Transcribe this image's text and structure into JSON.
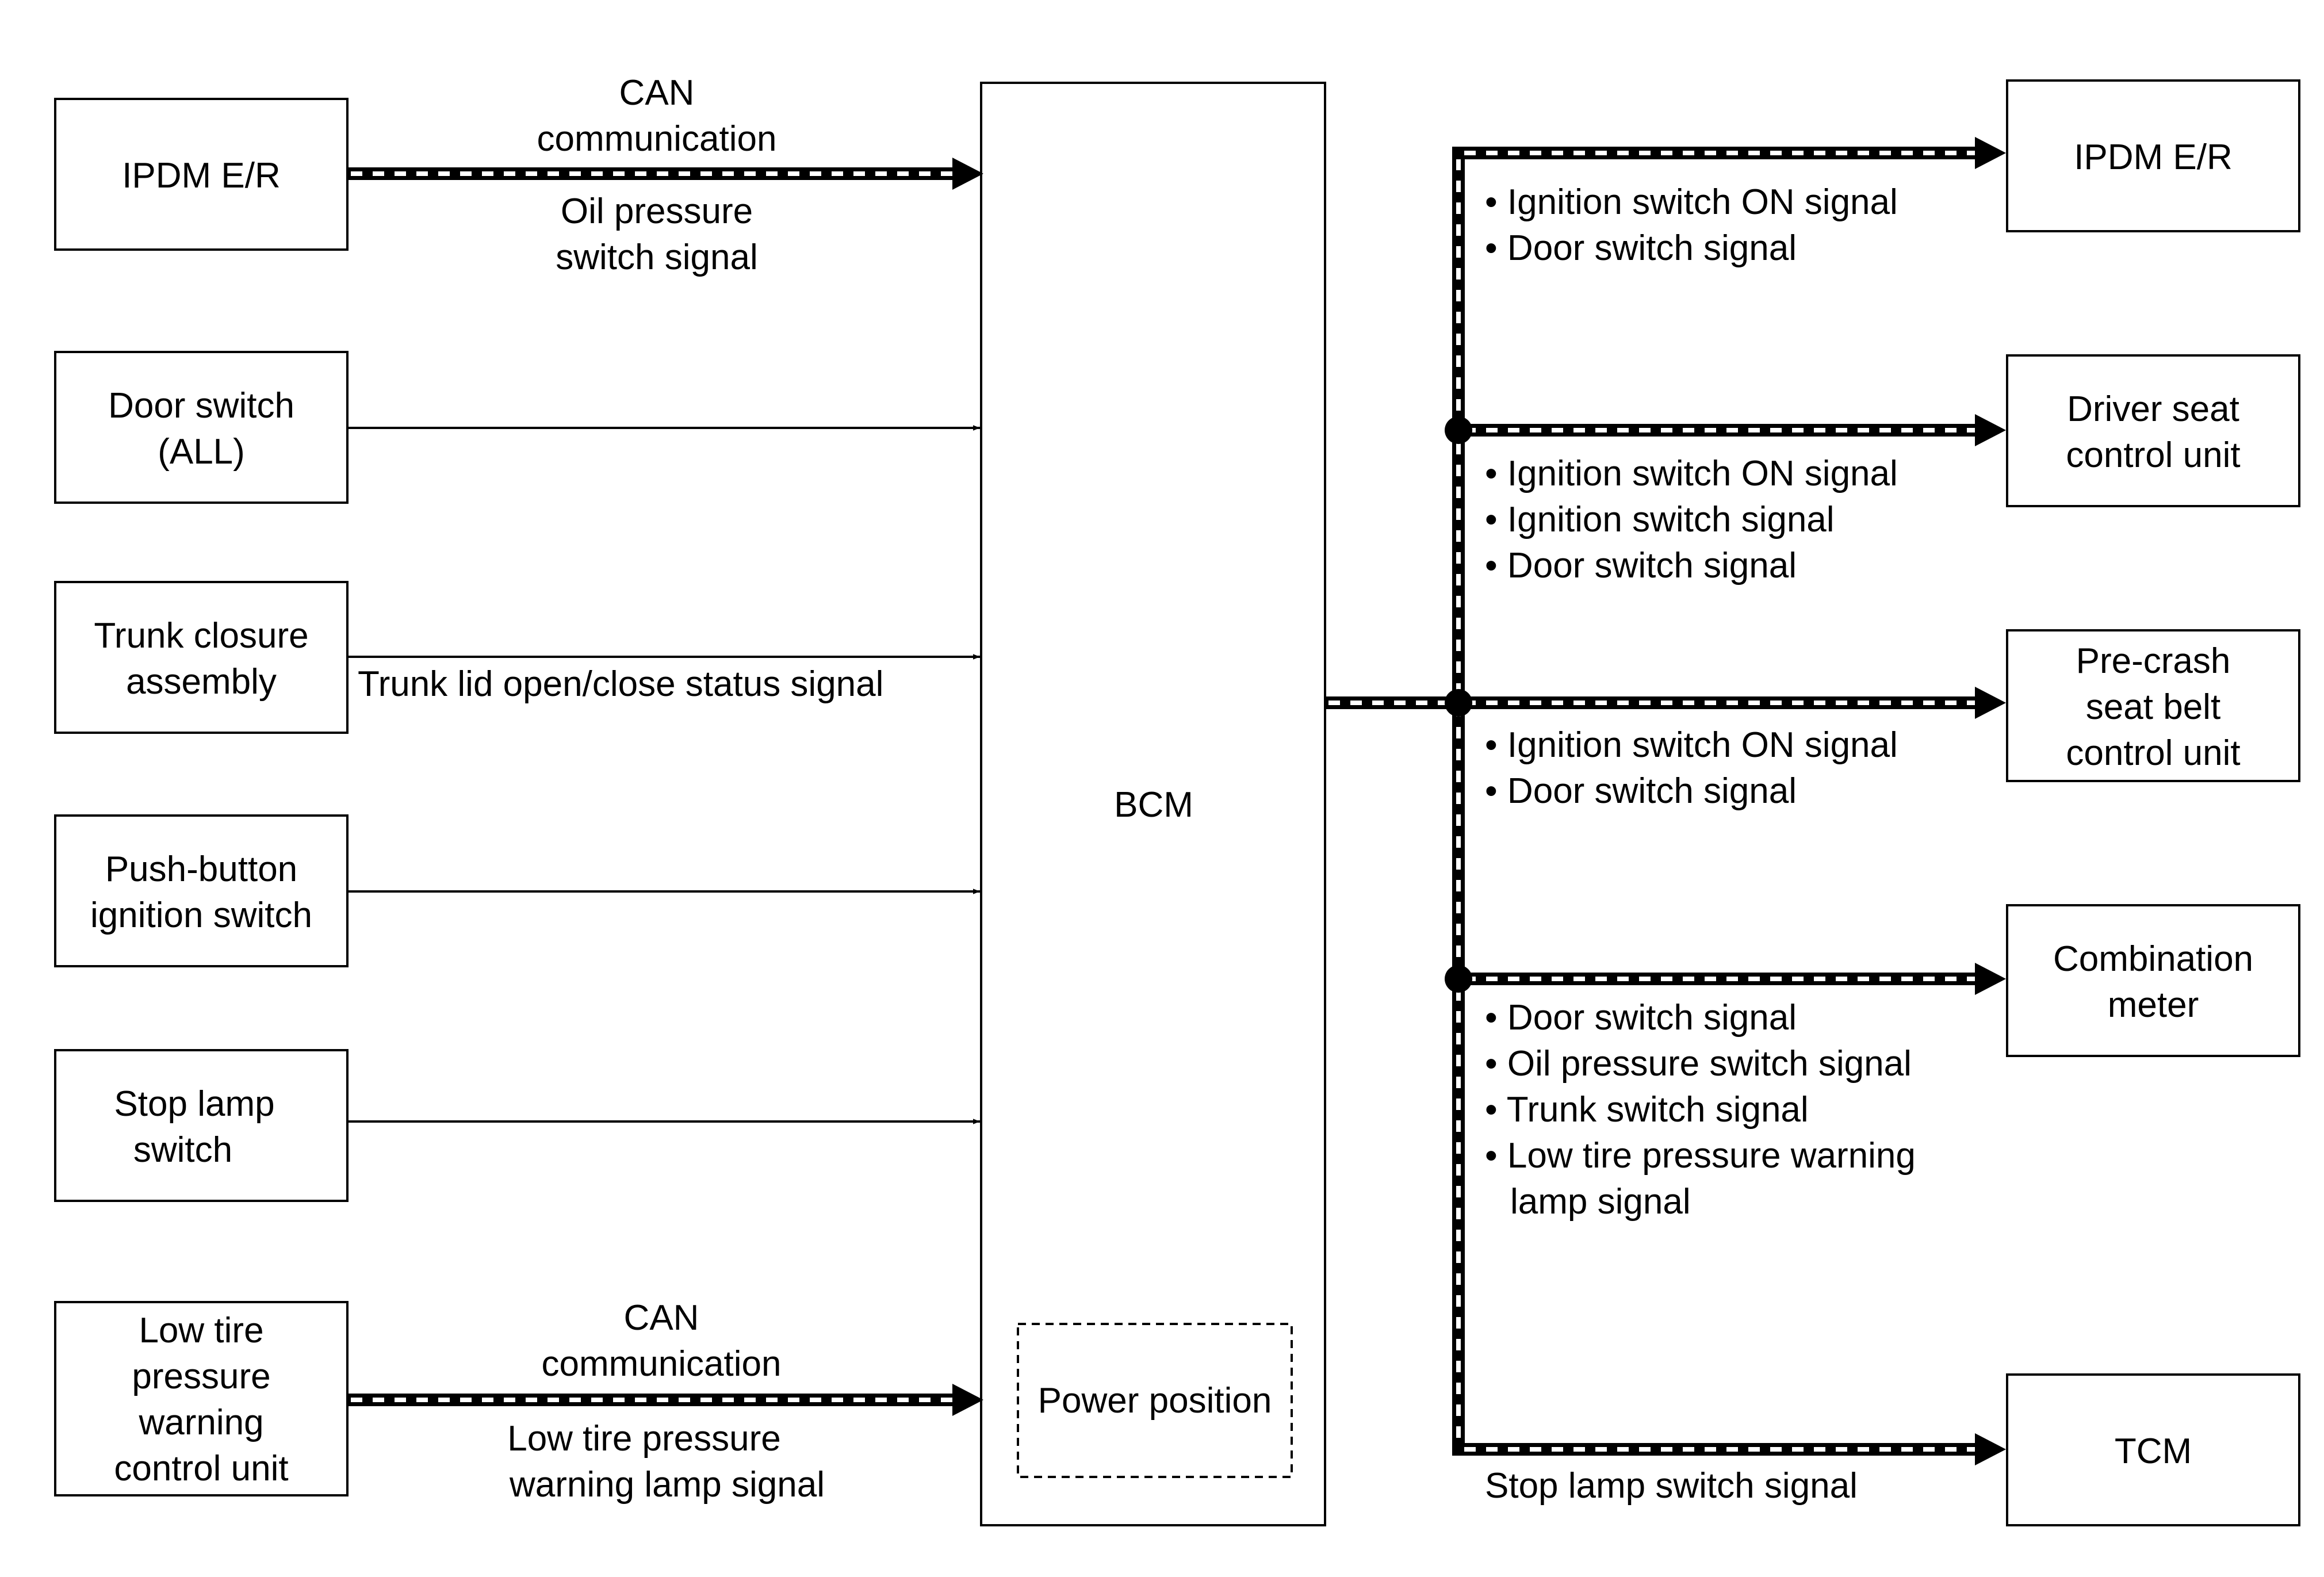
{
  "left_units": {
    "ipdm": [
      "IPDM E/R"
    ],
    "door_switch": [
      "Door switch",
      "(ALL)"
    ],
    "trunk_closure": [
      "Trunk closure",
      "assembly"
    ],
    "push_button": [
      "Push-button",
      "ignition switch"
    ],
    "stop_lamp": [
      "Stop lamp",
      "switch"
    ],
    "low_tire": [
      "Low tire",
      "pressure",
      "warning",
      "control unit"
    ]
  },
  "left_labels": {
    "ipdm_top": [
      "CAN",
      "communication"
    ],
    "ipdm_bottom": [
      "Oil pressure",
      "switch signal"
    ],
    "trunk": "Trunk lid open/close status signal",
    "low_tire_top": [
      "CAN",
      "communication"
    ],
    "low_tire_bottom": [
      "Low tire pressure",
      "warning lamp signal"
    ]
  },
  "bcm": {
    "title": "BCM",
    "power_position": "Power position"
  },
  "right_units": {
    "ipdm": [
      "IPDM E/R"
    ],
    "driver_seat": [
      "Driver seat",
      "control unit"
    ],
    "pre_crash": [
      "Pre-crash",
      "seat belt",
      "control unit"
    ],
    "combination_meter": [
      "Combination",
      "meter"
    ],
    "tcm": [
      "TCM"
    ]
  },
  "right_signals": {
    "ipdm": [
      "• Ignition switch ON signal",
      "• Door switch signal"
    ],
    "driver_seat": [
      "• Ignition switch ON signal",
      "• Ignition switch signal",
      "• Door switch signal"
    ],
    "pre_crash": [
      "• Ignition switch ON signal",
      "• Door switch signal"
    ],
    "combination_meter": [
      "• Door switch signal",
      "• Oil pressure switch signal",
      "• Trunk switch signal",
      "• Low tire pressure warning",
      "lamp signal"
    ],
    "tcm": [
      "Stop lamp switch signal"
    ]
  }
}
